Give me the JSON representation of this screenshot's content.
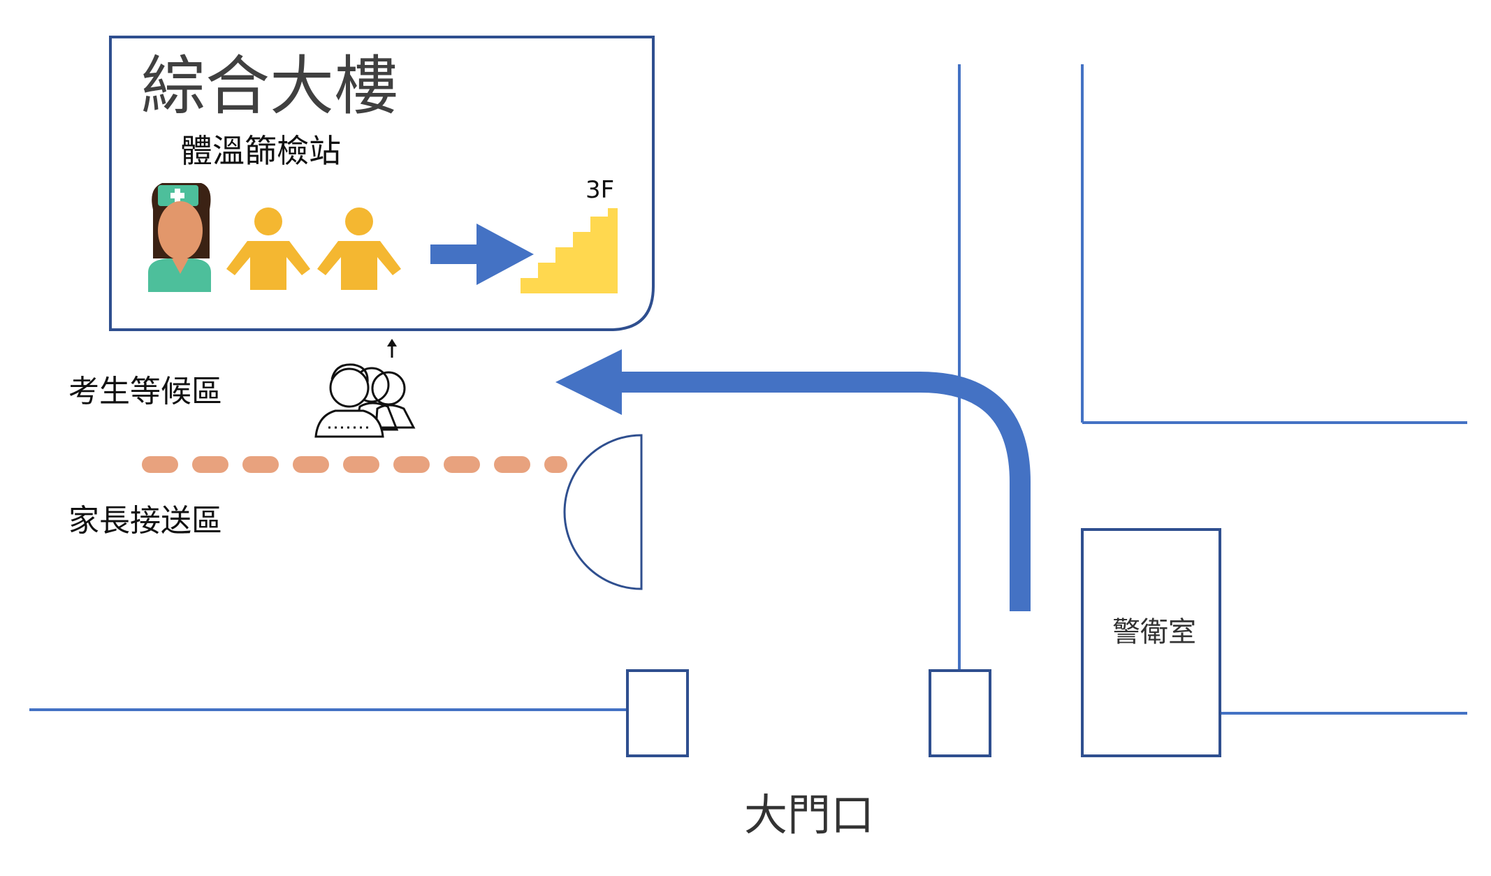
{
  "building": {
    "name": "綜合大樓",
    "station_label": "體溫篩檢站",
    "floor_label": "3F"
  },
  "areas": {
    "waiting": "考生等候區",
    "pickup": "家長接送區",
    "guard_room": "警衛室",
    "main_gate": "大門口"
  },
  "icons": {
    "nurse": "nurse-icon",
    "person": "person-icon",
    "arrow": "right-arrow-icon",
    "stairs": "stairs-icon",
    "students": "student-group-icon"
  },
  "colors": {
    "road": "#4472c4",
    "arrow": "#4472c4",
    "person": "#f4b731",
    "stairs": "#ffd84f",
    "nurse_uniform": "#4dbf9b",
    "divider": "#e8a27e",
    "outline": "#2f4f8f"
  }
}
